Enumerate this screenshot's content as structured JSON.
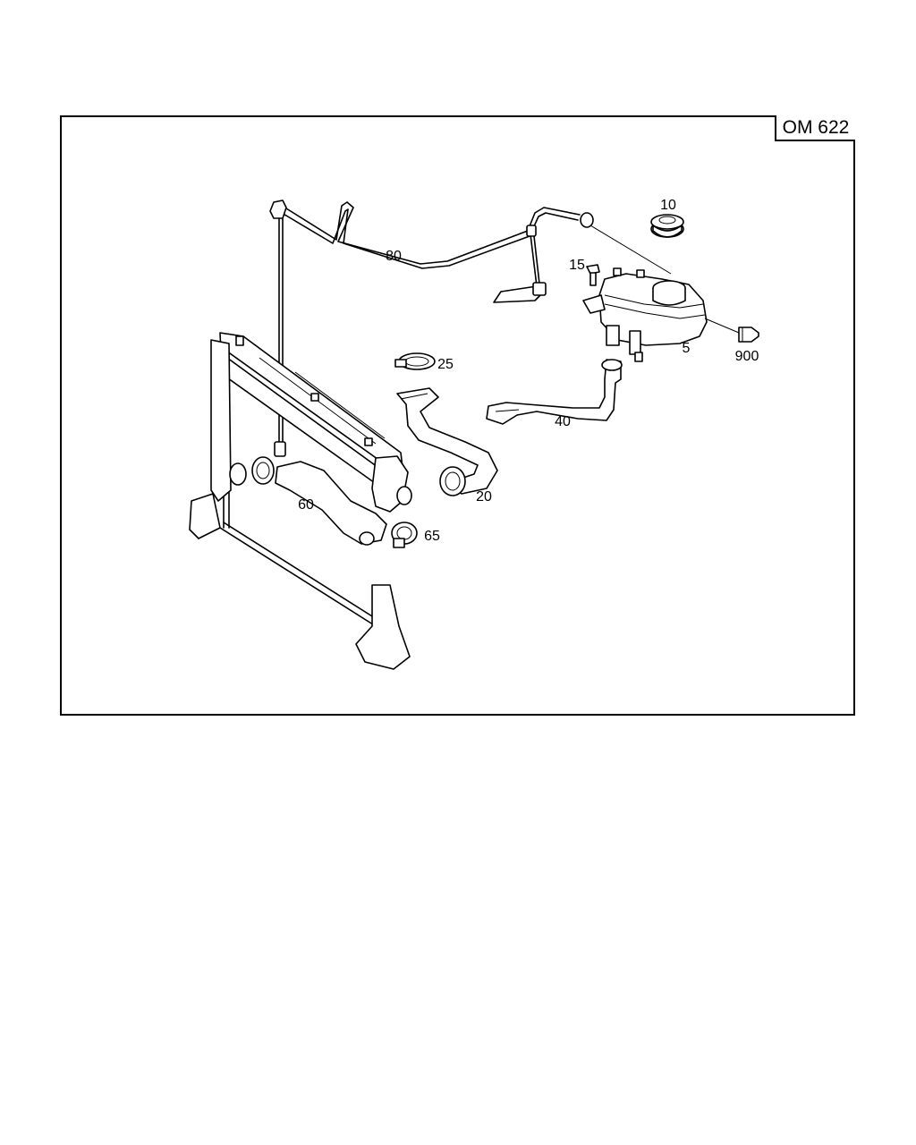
{
  "engine_code": "OM 622",
  "callouts": [
    {
      "id": "5",
      "label": "5"
    },
    {
      "id": "10",
      "label": "10"
    },
    {
      "id": "15",
      "label": "15"
    },
    {
      "id": "20",
      "label": "20"
    },
    {
      "id": "25",
      "label": "25"
    },
    {
      "id": "40",
      "label": "40"
    },
    {
      "id": "60",
      "label": "60"
    },
    {
      "id": "65",
      "label": "65"
    },
    {
      "id": "80",
      "label": "80"
    },
    {
      "id": "900",
      "label": "900"
    }
  ]
}
